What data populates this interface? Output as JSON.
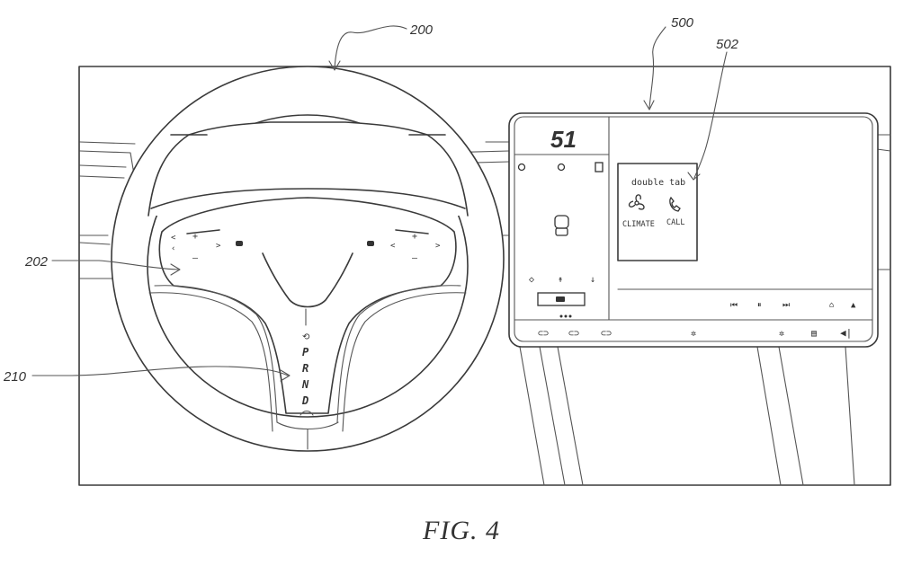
{
  "figure": {
    "caption": "FIG. 4",
    "reference_numerals": {
      "steering_wheel": "200",
      "wheel_controls": "202",
      "gear_selector": "210",
      "display": "500",
      "popup": "502"
    }
  },
  "gear_selector": {
    "letters": [
      "P",
      "R",
      "N",
      "D"
    ]
  },
  "display": {
    "speed": "51",
    "popup": {
      "title": "double tab",
      "climate_label": "CLIMATE",
      "call_label": "CALL"
    }
  },
  "icons": {
    "climate": "fan-icon",
    "call": "phone-icon",
    "media_prev": "prev-track-icon",
    "media_pause": "pause-icon",
    "media_next": "next-track-icon"
  }
}
